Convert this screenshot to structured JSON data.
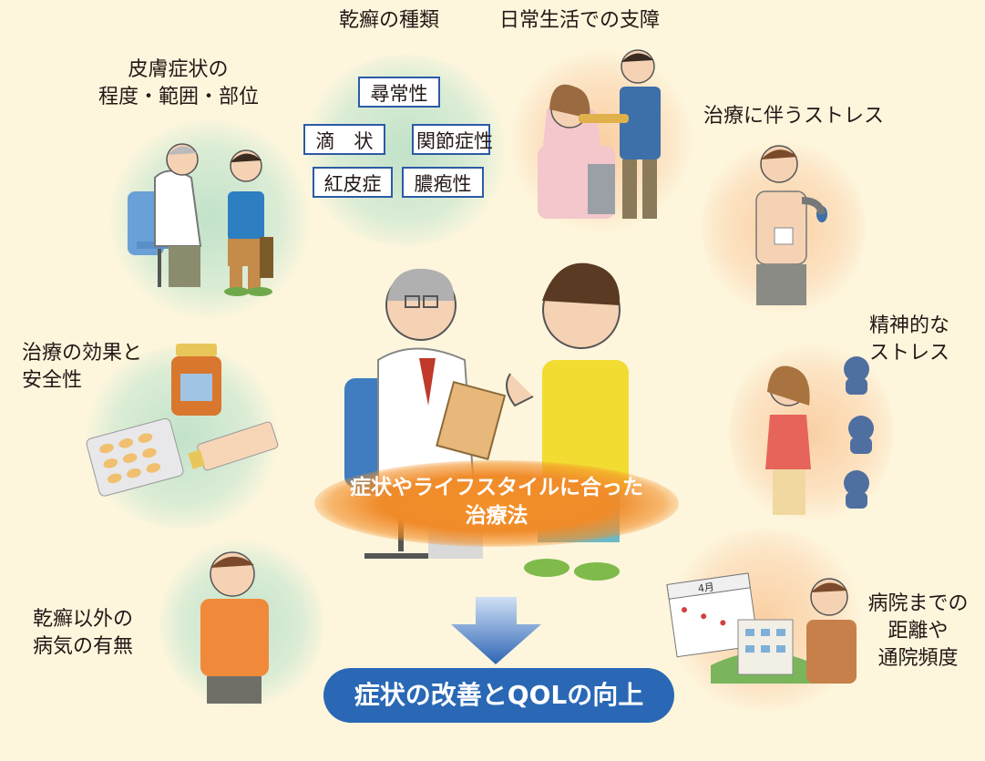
{
  "labels": {
    "psoriasis_types": "乾癬の種類",
    "daily_life": "日常生活での支障",
    "skin_line1": "皮膚症状の",
    "skin_line2": "程度・範囲・部位",
    "treatment_stress": "治療に伴うストレス",
    "mental_line1": "精神的な",
    "mental_line2": "ストレス",
    "efficacy_line1": "治療の効果と",
    "efficacy_line2": "安全性",
    "other_line1": "乾癬以外の",
    "other_line2": "病気の有無",
    "hospital_line1": "病院までの",
    "hospital_line2": "距離や",
    "hospital_line3": "通院頻度"
  },
  "types": [
    "尋常性",
    "滴　状",
    "関節症性",
    "紅皮症",
    "膿疱性"
  ],
  "center": {
    "line1": "症状やライフスタイルに合った",
    "line2": "治療法"
  },
  "result": "症状の改善とQOLの向上",
  "calendar": {
    "month": "4月"
  },
  "colors": {
    "background": "#fdf6dd",
    "box_border": "#2b5aa8",
    "glow": "#f39028",
    "pill": "#2a68b5",
    "arrow": "#3d74c4"
  }
}
